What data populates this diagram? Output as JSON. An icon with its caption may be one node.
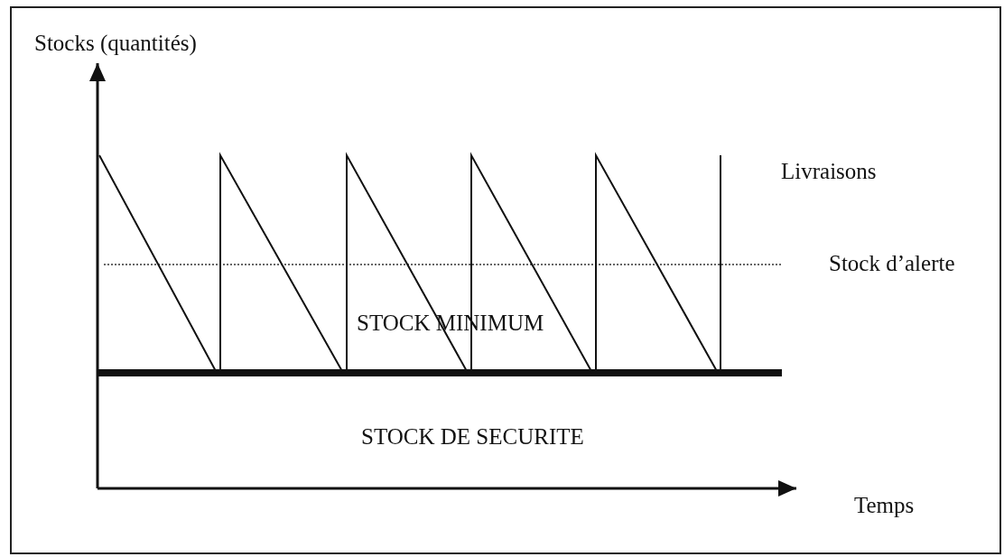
{
  "diagram": {
    "labels": [
      "Stocks (quantités)",
      "Livraisons",
      "Stock d’alerte",
      "STOCK MINIMUM",
      "STOCK DE SECURITE",
      "Temps"
    ]
  }
}
